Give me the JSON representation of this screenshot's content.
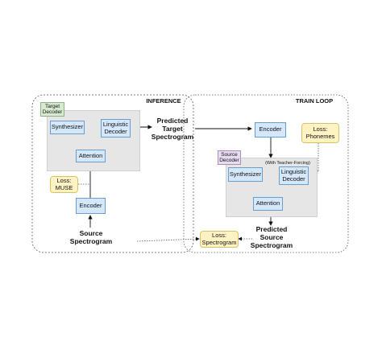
{
  "inference": {
    "title": "INFERENCE",
    "tag": "Target\nDecoder",
    "synthesizer": "Synthesizer",
    "linguistic_decoder": "Linguistic\nDecoder",
    "attention": "Attention",
    "encoder": "Encoder",
    "loss": "Loss:\nMUSE",
    "source_label": "Source\nSpectrogram",
    "predicted_label": "Predicted\nTarget\nSpectrogram"
  },
  "train": {
    "title": "TRAIN LOOP",
    "encoder": "Encoder",
    "tag": "Source\nDecoder",
    "teacher_forcing": "(With Teacher-Forcing)",
    "synthesizer": "Synthesizer",
    "linguistic_decoder": "Linguistic\nDecoder",
    "attention": "Attention",
    "loss_phonemes": "Loss:\nPhonemes",
    "loss_spectrogram": "Loss:\nSpectrogram",
    "predicted_label": "Predicted\nSource\nSpectrogram"
  },
  "icons": [
    "loop-arrow-icon"
  ],
  "colors": {
    "blue_fill": "#d5e7fb",
    "blue_stroke": "#6a9ccc",
    "loss_fill": "#fff3c4",
    "target_tag": "#d7ead0",
    "source_tag": "#e7dcf0",
    "decoder_region": "#e6e6e6"
  }
}
